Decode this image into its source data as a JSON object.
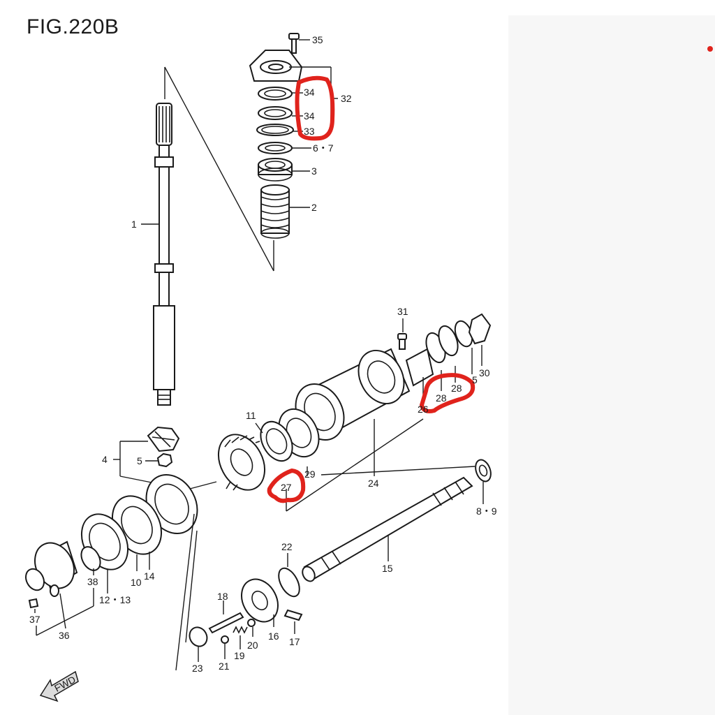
{
  "figure": {
    "title": "FIG.220B",
    "fwd_label": "FWD"
  },
  "callouts": [
    {
      "id": "35",
      "text": "35"
    },
    {
      "id": "34a",
      "text": "34"
    },
    {
      "id": "32",
      "text": "32"
    },
    {
      "id": "34b",
      "text": "34"
    },
    {
      "id": "33",
      "text": "33"
    },
    {
      "id": "6-7",
      "text": "6・7"
    },
    {
      "id": "3",
      "text": "3"
    },
    {
      "id": "2",
      "text": "2"
    },
    {
      "id": "1",
      "text": "1"
    },
    {
      "id": "31",
      "text": "31"
    },
    {
      "id": "30",
      "text": "30"
    },
    {
      "id": "28a",
      "text": "28"
    },
    {
      "id": "28b",
      "text": "28"
    },
    {
      "id": "5b",
      "text": "5"
    },
    {
      "id": "26",
      "text": "26"
    },
    {
      "id": "11",
      "text": "11"
    },
    {
      "id": "4",
      "text": "4"
    },
    {
      "id": "5a",
      "text": "5"
    },
    {
      "id": "29",
      "text": "29"
    },
    {
      "id": "27",
      "text": "27"
    },
    {
      "id": "24",
      "text": "24"
    },
    {
      "id": "8-9",
      "text": "8・9"
    },
    {
      "id": "38",
      "text": "38"
    },
    {
      "id": "10",
      "text": "10"
    },
    {
      "id": "14",
      "text": "14"
    },
    {
      "id": "12-13",
      "text": "12・13"
    },
    {
      "id": "37",
      "text": "37"
    },
    {
      "id": "36",
      "text": "36"
    },
    {
      "id": "22",
      "text": "22"
    },
    {
      "id": "15",
      "text": "15"
    },
    {
      "id": "18",
      "text": "18"
    },
    {
      "id": "16",
      "text": "16"
    },
    {
      "id": "17",
      "text": "17"
    },
    {
      "id": "20",
      "text": "20"
    },
    {
      "id": "19",
      "text": "19"
    },
    {
      "id": "21",
      "text": "21"
    },
    {
      "id": "23",
      "text": "23"
    }
  ],
  "annotations": {
    "mark_color": "#e0231c",
    "circled_parts": [
      "34",
      "34",
      "33",
      "28",
      "28",
      "27"
    ]
  }
}
